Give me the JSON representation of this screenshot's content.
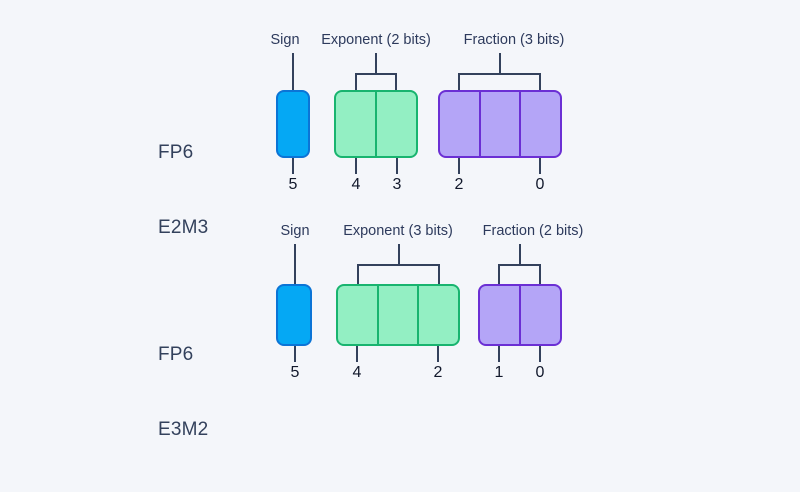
{
  "background_color": "#f4f6fa",
  "colors": {
    "sign_fill": "#05a8f4",
    "sign_border": "#0b74d6",
    "exponent_fill": "#93efc3",
    "exponent_border": "#18b46f",
    "fraction_fill": "#b4a5f7",
    "fraction_border": "#6b2fd4",
    "line": "#33415c",
    "text": "#2d3a5c"
  },
  "rows": [
    {
      "id": "fp6-e2m3",
      "label_line1": "FP6",
      "label_line2": "E2M3",
      "captions": {
        "sign": "Sign",
        "exponent": "Exponent (2 bits)",
        "fraction": "Fraction (3 bits)"
      },
      "fields": {
        "sign_bits": 1,
        "exponent_bits": 2,
        "fraction_bits": 3
      },
      "bit_numbers": [
        "5",
        "4",
        "3",
        "2",
        "0"
      ]
    },
    {
      "id": "fp6-e3m2",
      "label_line1": "FP6",
      "label_line2": "E3M2",
      "captions": {
        "sign": "Sign",
        "exponent": "Exponent (3 bits)",
        "fraction": "Fraction (2 bits)"
      },
      "fields": {
        "sign_bits": 1,
        "exponent_bits": 3,
        "fraction_bits": 2
      },
      "bit_numbers": [
        "5",
        "4",
        "2",
        "1",
        "0"
      ]
    }
  ]
}
